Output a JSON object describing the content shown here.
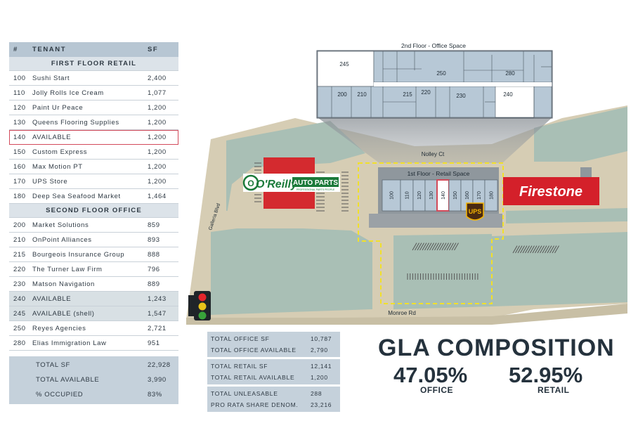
{
  "table": {
    "header": {
      "num": "#",
      "tenant": "TENANT",
      "sf": "SF"
    },
    "first_floor_title": "FIRST FLOOR RETAIL",
    "first_floor": [
      {
        "num": "100",
        "name": "Sushi Start",
        "sf": "2,400"
      },
      {
        "num": "110",
        "name": "Jolly Rolls Ice Cream",
        "sf": "1,077"
      },
      {
        "num": "120",
        "name": "Paint Ur Peace",
        "sf": "1,200"
      },
      {
        "num": "130",
        "name": "Queens Flooring Supplies",
        "sf": "1,200"
      },
      {
        "num": "140",
        "name": "AVAILABLE",
        "sf": "1,200"
      },
      {
        "num": "150",
        "name": "Custom Express",
        "sf": "1,200"
      },
      {
        "num": "160",
        "name": "Max Motion PT",
        "sf": "1,200"
      },
      {
        "num": "170",
        "name": "UPS Store",
        "sf": "1,200"
      },
      {
        "num": "180",
        "name": "Deep Sea Seafood Market",
        "sf": "1,464"
      }
    ],
    "second_floor_title": "SECOND FLOOR OFFICE",
    "second_floor": [
      {
        "num": "200",
        "name": "Market Solutions",
        "sf": "859"
      },
      {
        "num": "210",
        "name": "OnPoint Alliances",
        "sf": "893"
      },
      {
        "num": "215",
        "name": "Bourgeois Insurance Group",
        "sf": "888"
      },
      {
        "num": "220",
        "name": "The Turner Law Firm",
        "sf": "796"
      },
      {
        "num": "230",
        "name": "Matson Navigation",
        "sf": "889"
      },
      {
        "num": "240",
        "name": "AVAILABLE",
        "sf": "1,243"
      },
      {
        "num": "245",
        "name": "AVAILABLE (shell)",
        "sf": "1,547"
      },
      {
        "num": "250",
        "name": "Reyes Agencies",
        "sf": "2,721"
      },
      {
        "num": "280",
        "name": "Elias Immigration Law",
        "sf": "951"
      }
    ],
    "totals": [
      {
        "label": "TOTAL SF",
        "value": "22,928"
      },
      {
        "label": "TOTAL AVAILABLE",
        "value": "3,990"
      },
      {
        "label": "% OCCUPIED",
        "value": "83%"
      }
    ]
  },
  "summary": {
    "office": [
      {
        "label": "TOTAL OFFICE SF",
        "value": "10,787"
      },
      {
        "label": "TOTAL OFFICE AVAILABLE",
        "value": "2,790"
      }
    ],
    "retail": [
      {
        "label": "TOTAL RETAIL SF",
        "value": "12,141"
      },
      {
        "label": "TOTAL RETAIL AVAILABLE",
        "value": "1,200"
      }
    ],
    "other": [
      {
        "label": "TOTAL UNLEASABLE",
        "value": "288"
      },
      {
        "label": "PRO RATA SHARE DENOM.",
        "value": "23,216"
      }
    ]
  },
  "gla": {
    "title": "GLA COMPOSITION",
    "office_pct": "47.05%",
    "office_label": "OFFICE",
    "retail_pct": "52.95%",
    "retail_label": "RETAIL"
  },
  "map": {
    "second_floor_label": "2nd Floor - Office Space",
    "first_floor_label": "1st Floor - Retail Space",
    "street_top": "Nolley Ct",
    "street_bottom": "Monroe Rd",
    "street_left": "Galleria Blvd",
    "oreilly_name": "O'Reilly",
    "oreilly_sub": "AUTO PARTS",
    "oreilly_tag": "PROFESSIONAL PARTS PEOPLE",
    "firestone": "Firestone",
    "ups": "UPS",
    "second_floor_units": [
      "245",
      "250",
      "280",
      "200",
      "210",
      "215",
      "220",
      "230",
      "240"
    ],
    "first_floor_units": [
      "100",
      "110",
      "120",
      "130",
      "140",
      "150",
      "160",
      "170",
      "180"
    ]
  },
  "colors": {
    "highlight": "#d24a5a",
    "office_unit": "#b7c8d6",
    "available_unit": "#ffffff",
    "terrain": "#d6cdb4",
    "green": "#a9bfb5",
    "oreilly_red": "#d42a2f",
    "firestone_red": "#d4202a"
  }
}
